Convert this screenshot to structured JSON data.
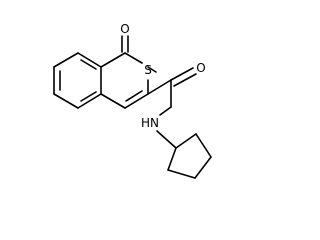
{
  "diagram": {
    "type": "chemical-structure",
    "atoms": {
      "carbonyl_oxygen_top": "O",
      "ring_sulfur": "S",
      "amide_oxygen": "O",
      "amide_nitrogen": "HN"
    }
  }
}
